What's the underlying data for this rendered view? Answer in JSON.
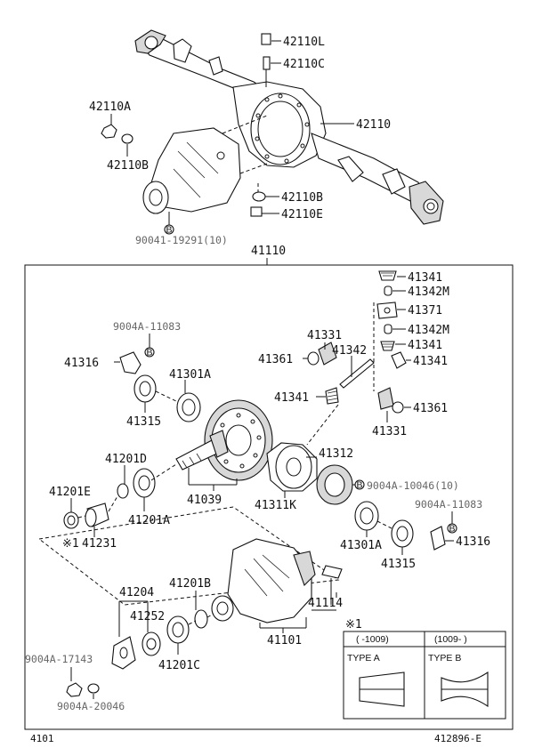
{
  "callouts": {
    "c42110L": "42110L",
    "c42110C": "42110C",
    "c42110A": "42110A",
    "c42110": "42110",
    "c42110B_left": "42110B",
    "c42110B_right": "42110B",
    "c42110E": "42110E",
    "c90041": "90041-19291(10)",
    "c41110": "41110",
    "c41341_a": "41341",
    "c41342M_a": "41342M",
    "c41371": "41371",
    "c41342M_b": "41342M",
    "c41341_b": "41341",
    "c41341_c": "41341",
    "c41331_top": "41331",
    "c41342": "41342",
    "c41361_left": "41361",
    "c41341_d": "41341",
    "c41361_right": "41361",
    "c41331_bottom": "41331",
    "c9004A11083_left": "9004A-11083",
    "c41316_left": "41316",
    "c41301A_top": "41301A",
    "c41315_left": "41315",
    "c41201D": "41201D",
    "c41201E": "41201E",
    "c41201A": "41201A",
    "c41039": "41039",
    "c41312": "41312",
    "c9004A10046": "9004A-10046(10)",
    "c41311K": "41311K",
    "c9004A11083_right": "9004A-11083",
    "c41301A_bottom": "41301A",
    "c41316_right": "41316",
    "c41315_right": "41315",
    "c41231": "41231",
    "c41204": "41204",
    "c41201B": "41201B",
    "c41252": "41252",
    "c41114": "41114",
    "c41101": "41101",
    "c41201C": "41201C",
    "c9004A17143": "9004A-17143",
    "c9004A20046": "9004A-20046"
  },
  "bolt_marker": "B",
  "note_marker": "※1",
  "note_table": {
    "title": "※1",
    "col_a_range": "(   -1009)",
    "col_b_range": "(1009-   )",
    "col_a_type": "TYPE A",
    "col_b_type": "TYPE B"
  },
  "footer": {
    "page_code": "4101",
    "figure_code": "412896-E"
  }
}
